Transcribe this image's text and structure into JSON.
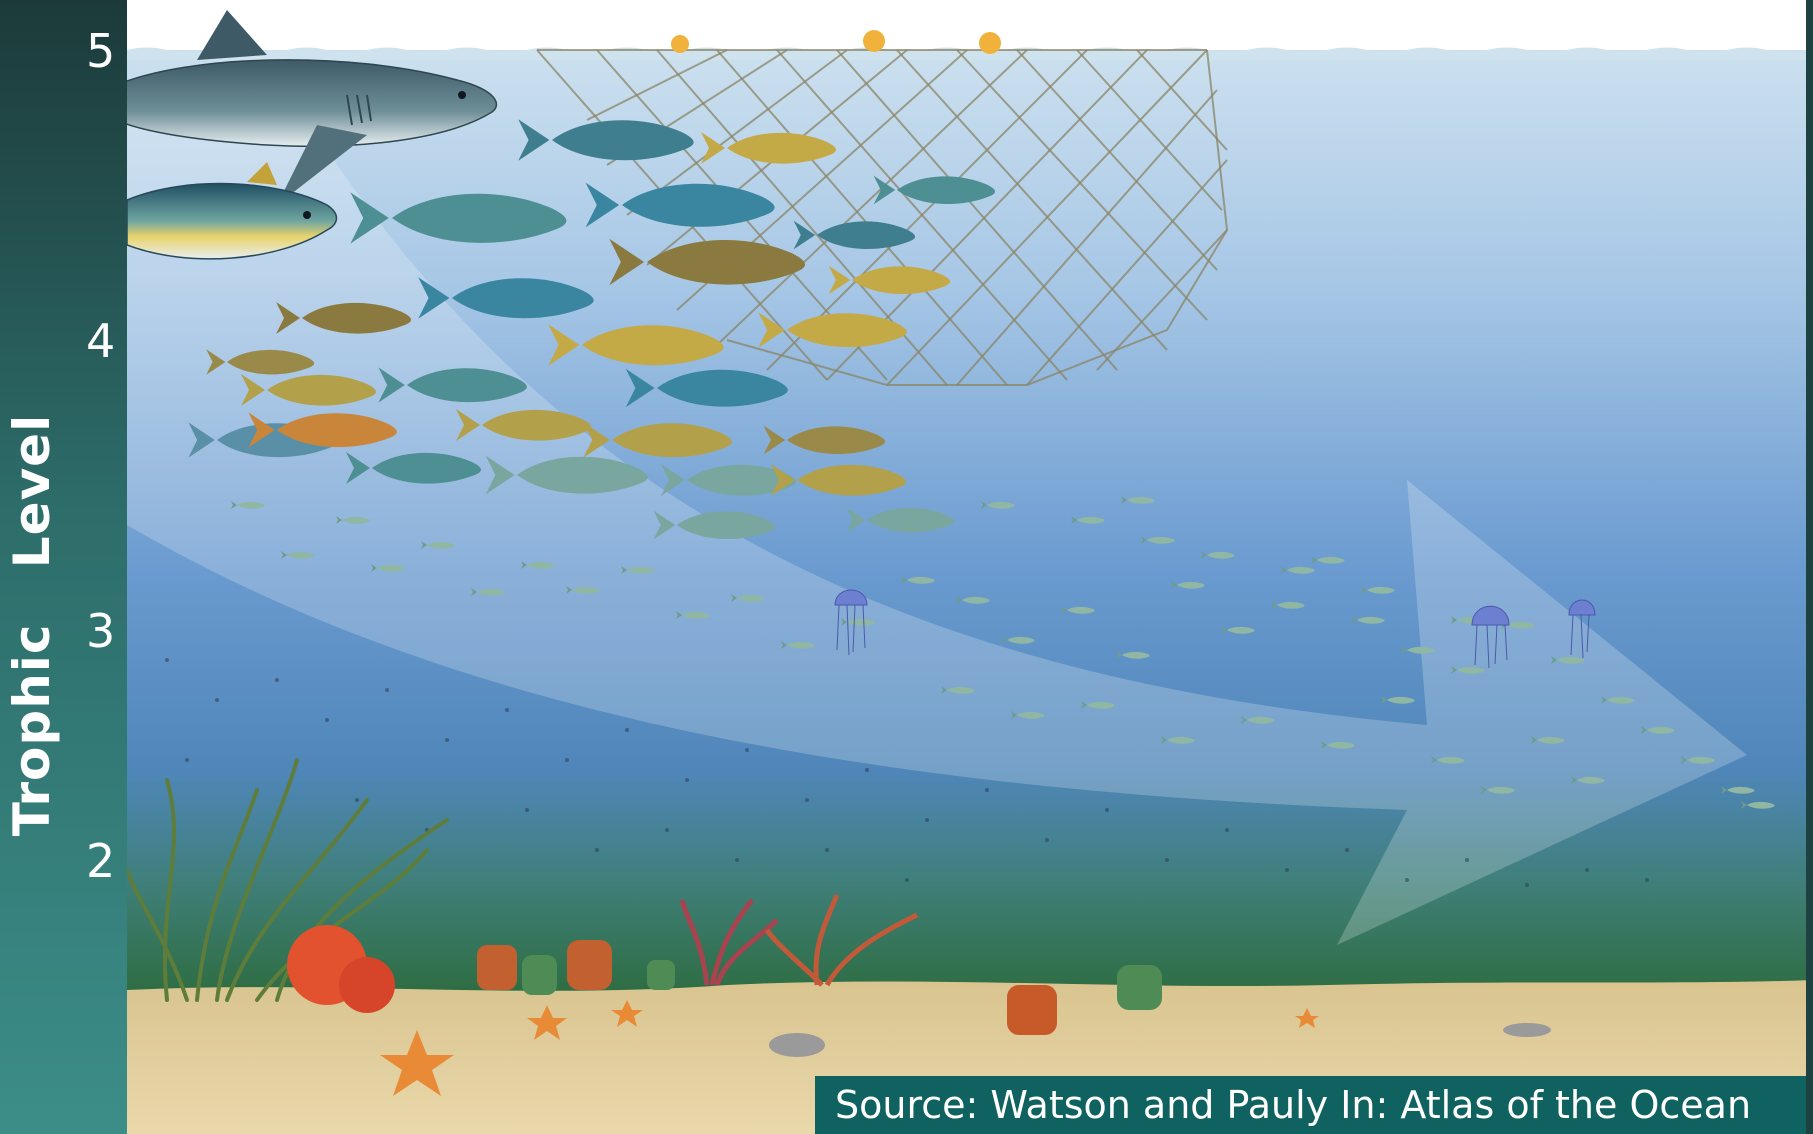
{
  "axis": {
    "title": "Trophic   Level",
    "ticks": [
      "5",
      "4",
      "3",
      "2"
    ]
  },
  "source_text": "Source: Watson and Pauly In: Atlas of the Ocean",
  "colors": {
    "sidebar_top": "#1c3a3a",
    "sidebar_bottom": "#3c8d88",
    "source_bg": "#0f6260",
    "water_top": "#cfe2ef",
    "water_mid": "#5e8fc8",
    "seabed": "#d9c48f"
  },
  "icons": [
    "shark-icon",
    "tuna-icon",
    "fishing-net-icon",
    "float-buoy-icon",
    "small-fish-icon",
    "jellyfish-icon",
    "starfish-icon",
    "coral-icon",
    "seaweed-icon",
    "sponge-icon",
    "arrow-icon"
  ]
}
